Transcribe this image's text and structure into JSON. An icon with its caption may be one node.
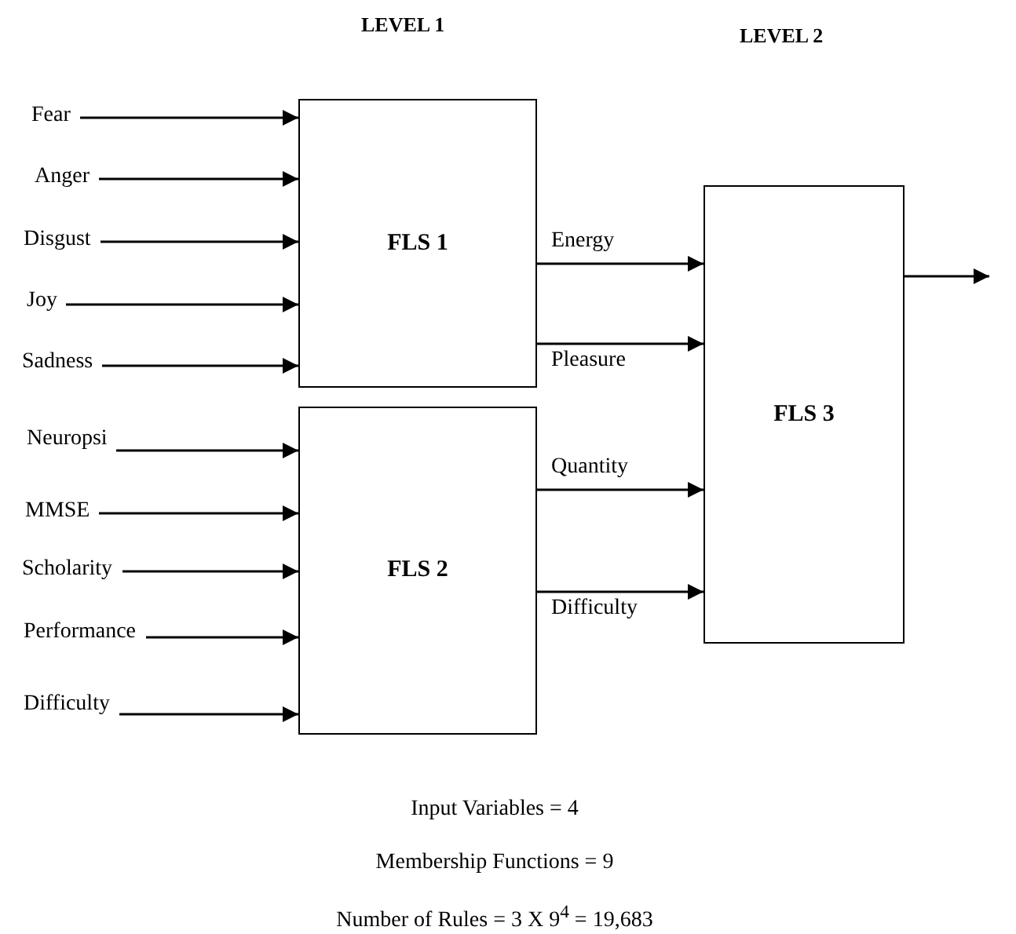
{
  "diagram": {
    "nodes": [
      {
        "text": [
          "FLS 1"
        ]
      },
      {
        "text": [
          "FLS 2"
        ]
      },
      {
        "text": [
          "FLS 3"
        ]
      },
      {
        "text": [
          "Fear"
        ]
      },
      {
        "text": [
          "Anger"
        ]
      },
      {
        "text": [
          "Disgust"
        ]
      },
      {
        "text": [
          "Joy"
        ]
      },
      {
        "text": [
          "Sadness"
        ]
      },
      {
        "text": [
          "Neuropsi"
        ]
      },
      {
        "text": [
          "MMSE"
        ]
      },
      {
        "text": [
          "Scholarity"
        ]
      },
      {
        "text": [
          "Performance"
        ]
      },
      {
        "text": [
          "Difficulty"
        ]
      }
    ],
    "edges": [
      {
        "from": 3,
        "to": 0,
        "arrow": "to"
      },
      {
        "from": 4,
        "to": 0,
        "arrow": "to"
      },
      {
        "from": 5,
        "to": 0,
        "arrow": "to"
      },
      {
        "from": 6,
        "to": 0,
        "arrow": "to"
      },
      {
        "from": 7,
        "to": 0,
        "arrow": "to"
      },
      {
        "from": 8,
        "to": 1,
        "arrow": "to"
      },
      {
        "from": 9,
        "to": 1,
        "arrow": "to"
      },
      {
        "from": 10,
        "to": 1,
        "arrow": "to"
      },
      {
        "from": 11,
        "to": 1,
        "arrow": "to"
      },
      {
        "from": 12,
        "to": 1,
        "arrow": "to"
      },
      {
        "from": 0,
        "to": 2,
        "arrow": "to",
        "label": "Energy"
      },
      {
        "from": 0,
        "to": 2,
        "arrow": "to",
        "label": "Pleasure"
      },
      {
        "from": 1,
        "to": 2,
        "arrow": "to",
        "label": "Quantity"
      },
      {
        "from": 1,
        "to": 2,
        "arrow": "to",
        "label": "Difficulty"
      },
      {
        "from": 2,
        "to": null,
        "arrow": "to"
      }
    ],
    "labels": [
      "LEVEL 1",
      "LEVEL 2",
      "Input Variables = 4",
      "Membership Functions = 9",
      "Number of Rules = 3 X 9$^{4}$ = 19,683"
    ]
  }
}
